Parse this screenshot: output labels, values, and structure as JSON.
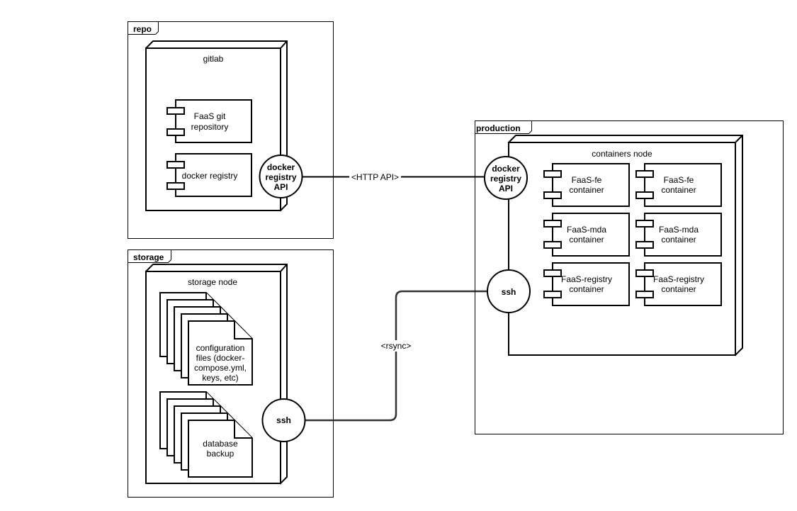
{
  "frames": {
    "repo": {
      "title": "repo"
    },
    "storage": {
      "title": "storage"
    },
    "production": {
      "title": "production"
    }
  },
  "nodes": {
    "gitlab": {
      "label": "gitlab",
      "components": [
        {
          "line1": "FaaS git",
          "line2": "repository"
        },
        {
          "line1": "docker registry",
          "line2": ""
        }
      ],
      "interface": {
        "line1": "docker",
        "line2": "registry",
        "line3": "API"
      }
    },
    "storage_node": {
      "label": "storage node",
      "artifacts": [
        {
          "lines": [
            "configuration",
            "files (docker-",
            "compose.yml,",
            "keys, etc)"
          ]
        },
        {
          "lines": [
            "database",
            "backup"
          ]
        }
      ],
      "interface": {
        "label": "ssh"
      }
    },
    "containers_node": {
      "label": "containers node",
      "components": [
        {
          "line1": "FaaS-fe",
          "line2": "container"
        },
        {
          "line1": "FaaS-fe",
          "line2": "container"
        },
        {
          "line1": "FaaS-mda",
          "line2": "container"
        },
        {
          "line1": "FaaS-mda",
          "line2": "container"
        },
        {
          "line1": "FaaS-registry",
          "line2": "container"
        },
        {
          "line1": "FaaS-registry",
          "line2": "container"
        }
      ],
      "interfaces": {
        "registry_api": {
          "line1": "docker",
          "line2": "registry",
          "line3": "API"
        },
        "ssh": {
          "label": "ssh"
        }
      }
    }
  },
  "connectors": {
    "http_api": {
      "label": "<HTTP API>"
    },
    "rsync": {
      "label": "<rsync>"
    }
  }
}
